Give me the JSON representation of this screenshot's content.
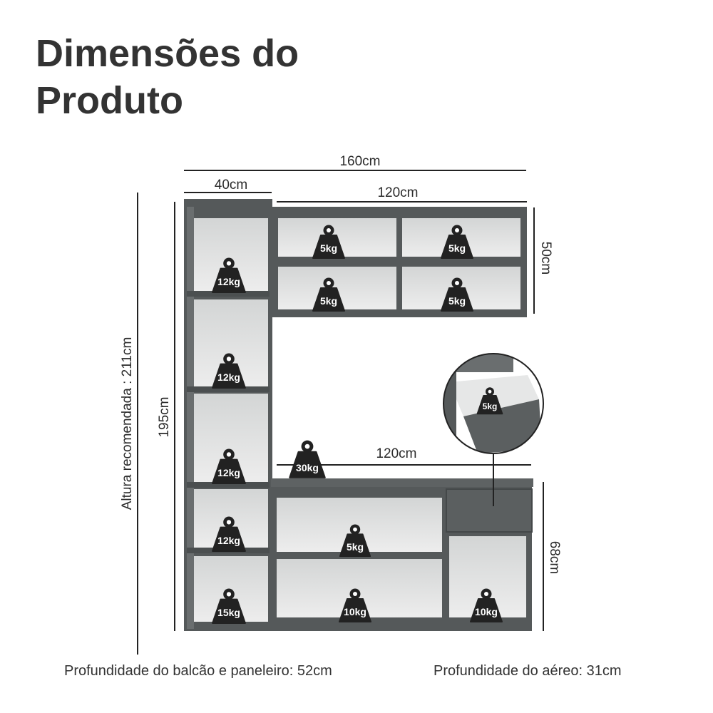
{
  "title": {
    "line1": "Dimensões do",
    "line2": "Produto"
  },
  "dimensions": {
    "total_width": "160cm",
    "tall_cabinet_width": "40cm",
    "upper_width": "120cm",
    "upper_height": "50cm",
    "counter_width": "120cm",
    "counter_height": "68cm",
    "tall_height": "195cm",
    "recommended_height": "Altura recomendada : 211cm"
  },
  "weights": {
    "upper_1": "5kg",
    "upper_2": "5kg",
    "upper_3": "5kg",
    "upper_4": "5kg",
    "tall_1": "12kg",
    "tall_2": "12kg",
    "tall_3": "12kg",
    "tall_4": "12kg",
    "tall_5": "15kg",
    "countertop": "30kg",
    "counter_shelf": "5kg",
    "counter_bottom": "10kg",
    "counter_right": "10kg",
    "drawer": "5kg"
  },
  "footer": {
    "left": "Profundidade do balcão e paneleiro: 52cm",
    "right": "Profundidade do aéreo: 31cm"
  },
  "colors": {
    "cabinet": "#55595a",
    "interior": "#e2e3e3",
    "line": "#222222"
  }
}
